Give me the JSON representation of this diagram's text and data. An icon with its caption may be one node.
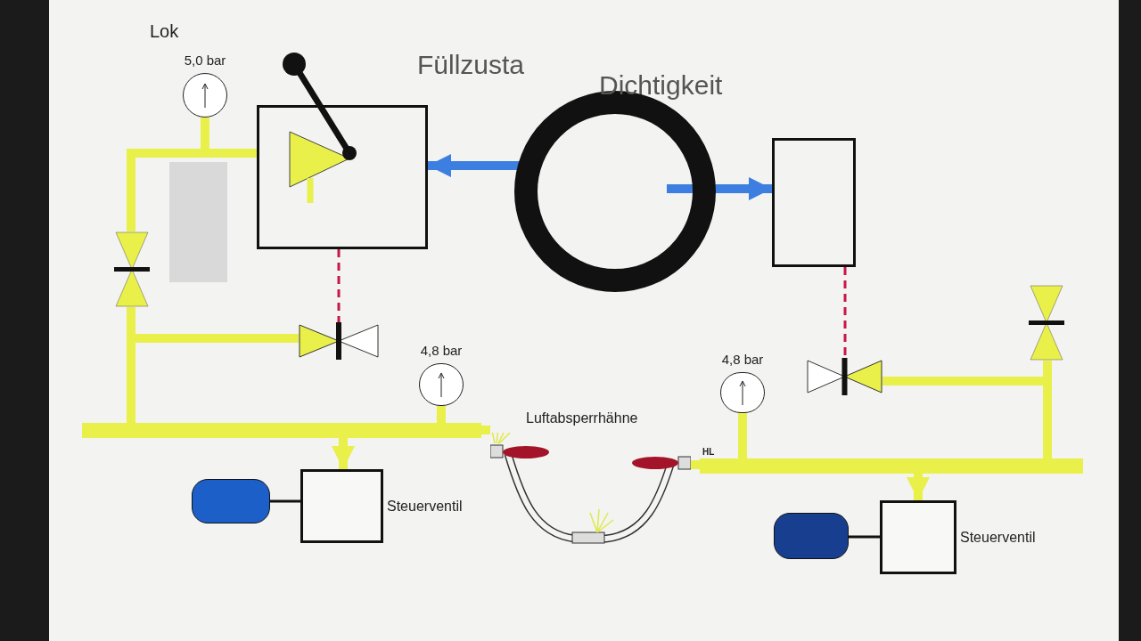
{
  "diagram": {
    "nodes": [
      {
        "text": [
          "5,0 bar"
        ]
      },
      {
        "text": [],
        "shape": "box"
      },
      {
        "text": [],
        "shape": "bar"
      },
      {
        "text": [
          "4,8 bar"
        ]
      },
      {
        "text": [
          "4,8 bar"
        ]
      },
      {
        "text": [
          "Steuerventil"
        ]
      },
      {
        "text": [],
        "shape": "cylinder"
      },
      {
        "text": [],
        "shape": "bar"
      },
      {
        "text": [
          "Steuerventil"
        ]
      },
      {
        "text": [],
        "shape": "cylinder"
      },
      {
        "text": [],
        "shape": "box"
      },
      {
        "text": [
          "Luftabsperrhähne"
        ]
      },
      {
        "text": [],
        "shape": "valve"
      },
      {
        "text": [],
        "shape": "valve"
      },
      {
        "text": [],
        "shape": "valve"
      },
      {
        "text": [],
        "shape": "valve"
      }
    ],
    "edges": [
      {
        "from": null,
        "to": 1,
        "arrow": "to",
        "color": "#3d7fe0"
      },
      {
        "from": null,
        "to": 10,
        "arrow": "to",
        "color": "#3d7fe0"
      },
      {
        "from": 0,
        "to": 1,
        "arrow": "none"
      },
      {
        "from": 3,
        "to": 2,
        "arrow": "none"
      },
      {
        "from": 2,
        "to": 5,
        "arrow": "to"
      },
      {
        "from": 2,
        "to": 11,
        "arrow": "none"
      },
      {
        "from": 11,
        "to": 7,
        "arrow": "none"
      },
      {
        "from": 4,
        "to": 7,
        "arrow": "none"
      },
      {
        "from": 7,
        "to": 8,
        "arrow": "to"
      },
      {
        "from": 6,
        "to": 5,
        "arrow": "none",
        "color": "#111111"
      },
      {
        "from": 9,
        "to": 8,
        "arrow": "none",
        "color": "#111111"
      },
      {
        "from": 2,
        "to": 12,
        "arrow": "none"
      },
      {
        "from": 2,
        "to": 14,
        "arrow": "none"
      },
      {
        "from": 14,
        "to": 1,
        "arrow": "none"
      },
      {
        "from": 1,
        "to": 12,
        "arrow": "none",
        "style": "dashed",
        "color": "#c8174a"
      },
      {
        "from": 10,
        "to": 13,
        "arrow": "none",
        "style": "dashed",
        "color": "#c8174a"
      },
      {
        "from": 7,
        "to": 13,
        "arrow": "none"
      },
      {
        "from": 7,
        "to": 15,
        "arrow": "none"
      }
    ],
    "labels": [
      "Lok",
      "Füllzusta",
      "Dichtigkeit",
      "HL"
    ]
  }
}
